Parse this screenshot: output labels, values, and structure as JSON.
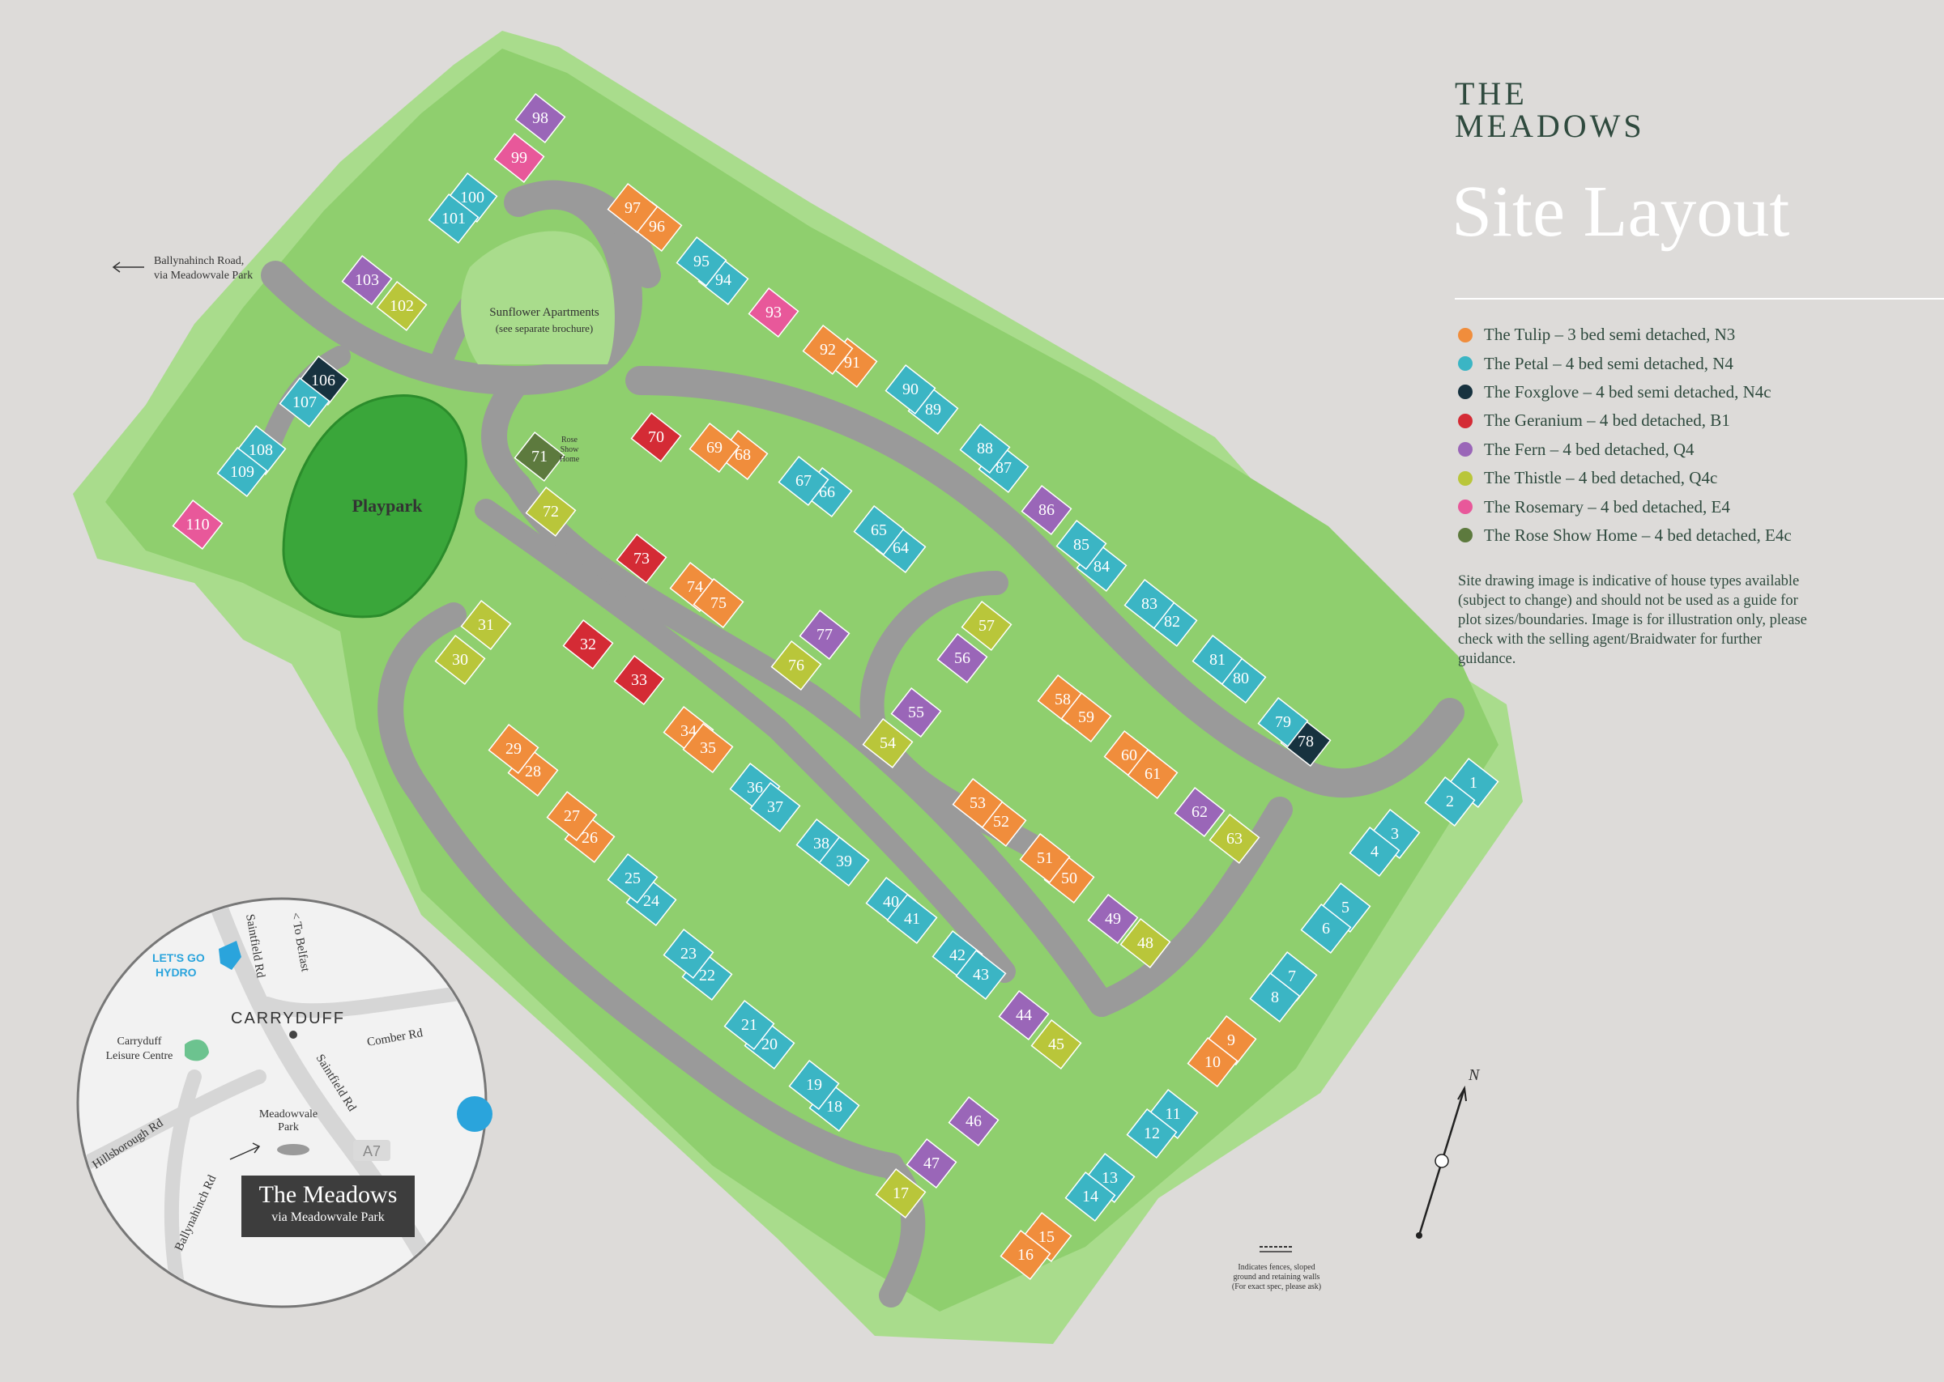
{
  "header": {
    "brand": "THE\nMEADOWS",
    "brand_line1": "THE",
    "brand_line2": "MEADOWS",
    "title": "Site Layout"
  },
  "colors": {
    "tulip": "#f08d3c",
    "petal": "#3bb5c4",
    "foxglove": "#17323f",
    "geranium": "#d42b35",
    "fern": "#9a66b8",
    "thistle": "#b9c63a",
    "rosemary": "#e8589a",
    "rose_show": "#5d7a3e",
    "grass": "#8fcf6e",
    "road": "#9a9a9a",
    "playpark": "#3aa63a"
  },
  "legend": [
    {
      "key": "tulip",
      "label": "The Tulip – 3 bed semi detached, N3"
    },
    {
      "key": "petal",
      "label": "The Petal – 4 bed semi detached, N4"
    },
    {
      "key": "foxglove",
      "label": "The Foxglove – 4 bed semi detached, N4c"
    },
    {
      "key": "geranium",
      "label": "The Geranium – 4 bed detached, B1"
    },
    {
      "key": "fern",
      "label": "The Fern – 4 bed detached, Q4"
    },
    {
      "key": "thistle",
      "label": "The Thistle – 4 bed detached, Q4c"
    },
    {
      "key": "rosemary",
      "label": "The Rosemary – 4 bed detached, E4"
    },
    {
      "key": "rose_show",
      "label": "The Rose Show Home – 4 bed detached, E4c"
    }
  ],
  "disclaimer": "Site drawing image is indicative of house types available (subject to change) and should not be used as a guide for plot sizes/boundaries. Image is for illustration only, please check with the selling agent/Braidwater for further guidance.",
  "map_labels": {
    "ballynahinch_1": "Ballynahinch Road,",
    "ballynahinch_2": "via Meadowvale Park",
    "sunflower_1": "Sunflower Apartments",
    "sunflower_2": "(see separate brochure)",
    "playpark": "Playpark",
    "rose_show_1": "Rose",
    "rose_show_2": "Show",
    "rose_show_3": "Home",
    "north": "N",
    "fence_1": "Indicates fences, sloped",
    "fence_2": "ground and retaining walls",
    "fence_3": "(For exact spec, please ask)"
  },
  "inset": {
    "lets_go_1": "LET'S GO",
    "lets_go_2": "HYDRO",
    "carryduff": "CARRYDUFF",
    "leisure_1": "Carryduff",
    "leisure_2": "Leisure Centre",
    "saintfield_top": "Saintfield Rd",
    "to_belfast": "< To Belfast",
    "comber": "Comber Rd",
    "saintfield_bottom": "Saintfield Rd",
    "hillsborough": "Hillsborough Rd",
    "meadowvale_1": "Meadowvale",
    "meadowvale_2": "Park",
    "ballynahinch": "Ballynahinch Rd",
    "a7": "A7",
    "box_title": "The Meadows",
    "box_sub": "via Meadowvale Park"
  },
  "plots": [
    {
      "n": "1",
      "t": "petal"
    },
    {
      "n": "2",
      "t": "petal"
    },
    {
      "n": "3",
      "t": "petal"
    },
    {
      "n": "4",
      "t": "petal"
    },
    {
      "n": "5",
      "t": "petal"
    },
    {
      "n": "6",
      "t": "petal"
    },
    {
      "n": "7",
      "t": "petal"
    },
    {
      "n": "8",
      "t": "petal"
    },
    {
      "n": "9",
      "t": "tulip"
    },
    {
      "n": "10",
      "t": "tulip"
    },
    {
      "n": "11",
      "t": "petal"
    },
    {
      "n": "12",
      "t": "petal"
    },
    {
      "n": "13",
      "t": "petal"
    },
    {
      "n": "14",
      "t": "petal"
    },
    {
      "n": "15",
      "t": "tulip"
    },
    {
      "n": "16",
      "t": "tulip"
    },
    {
      "n": "17",
      "t": "thistle"
    },
    {
      "n": "18",
      "t": "petal"
    },
    {
      "n": "19",
      "t": "petal"
    },
    {
      "n": "20",
      "t": "petal"
    },
    {
      "n": "21",
      "t": "petal"
    },
    {
      "n": "22",
      "t": "petal"
    },
    {
      "n": "23",
      "t": "petal"
    },
    {
      "n": "24",
      "t": "petal"
    },
    {
      "n": "25",
      "t": "petal"
    },
    {
      "n": "26",
      "t": "tulip"
    },
    {
      "n": "27",
      "t": "tulip"
    },
    {
      "n": "28",
      "t": "tulip"
    },
    {
      "n": "29",
      "t": "tulip"
    },
    {
      "n": "30",
      "t": "thistle"
    },
    {
      "n": "31",
      "t": "thistle"
    },
    {
      "n": "32",
      "t": "geranium"
    },
    {
      "n": "33",
      "t": "geranium"
    },
    {
      "n": "34",
      "t": "tulip"
    },
    {
      "n": "35",
      "t": "tulip"
    },
    {
      "n": "36",
      "t": "petal"
    },
    {
      "n": "37",
      "t": "petal"
    },
    {
      "n": "38",
      "t": "petal"
    },
    {
      "n": "39",
      "t": "petal"
    },
    {
      "n": "40",
      "t": "petal"
    },
    {
      "n": "41",
      "t": "petal"
    },
    {
      "n": "42",
      "t": "petal"
    },
    {
      "n": "43",
      "t": "petal"
    },
    {
      "n": "44",
      "t": "fern"
    },
    {
      "n": "45",
      "t": "thistle"
    },
    {
      "n": "46",
      "t": "fern"
    },
    {
      "n": "47",
      "t": "fern"
    },
    {
      "n": "48",
      "t": "thistle"
    },
    {
      "n": "49",
      "t": "fern"
    },
    {
      "n": "50",
      "t": "tulip"
    },
    {
      "n": "51",
      "t": "tulip"
    },
    {
      "n": "52",
      "t": "tulip"
    },
    {
      "n": "53",
      "t": "tulip"
    },
    {
      "n": "54",
      "t": "thistle"
    },
    {
      "n": "55",
      "t": "fern"
    },
    {
      "n": "56",
      "t": "fern"
    },
    {
      "n": "57",
      "t": "thistle"
    },
    {
      "n": "58",
      "t": "tulip"
    },
    {
      "n": "59",
      "t": "tulip"
    },
    {
      "n": "60",
      "t": "tulip"
    },
    {
      "n": "61",
      "t": "tulip"
    },
    {
      "n": "62",
      "t": "fern"
    },
    {
      "n": "63",
      "t": "thistle"
    },
    {
      "n": "64",
      "t": "petal"
    },
    {
      "n": "65",
      "t": "petal"
    },
    {
      "n": "66",
      "t": "petal"
    },
    {
      "n": "67",
      "t": "petal"
    },
    {
      "n": "68",
      "t": "tulip"
    },
    {
      "n": "69",
      "t": "tulip"
    },
    {
      "n": "70",
      "t": "geranium"
    },
    {
      "n": "71",
      "t": "rose_show"
    },
    {
      "n": "72",
      "t": "thistle"
    },
    {
      "n": "73",
      "t": "geranium"
    },
    {
      "n": "74",
      "t": "tulip"
    },
    {
      "n": "75",
      "t": "tulip"
    },
    {
      "n": "76",
      "t": "thistle"
    },
    {
      "n": "77",
      "t": "fern"
    },
    {
      "n": "78",
      "t": "foxglove"
    },
    {
      "n": "79",
      "t": "petal"
    },
    {
      "n": "80",
      "t": "petal"
    },
    {
      "n": "81",
      "t": "petal"
    },
    {
      "n": "82",
      "t": "petal"
    },
    {
      "n": "83",
      "t": "petal"
    },
    {
      "n": "84",
      "t": "petal"
    },
    {
      "n": "85",
      "t": "petal"
    },
    {
      "n": "86",
      "t": "fern"
    },
    {
      "n": "87",
      "t": "petal"
    },
    {
      "n": "88",
      "t": "petal"
    },
    {
      "n": "89",
      "t": "petal"
    },
    {
      "n": "90",
      "t": "petal"
    },
    {
      "n": "91",
      "t": "tulip"
    },
    {
      "n": "92",
      "t": "tulip"
    },
    {
      "n": "93",
      "t": "rosemary"
    },
    {
      "n": "94",
      "t": "petal"
    },
    {
      "n": "95",
      "t": "petal"
    },
    {
      "n": "96",
      "t": "tulip"
    },
    {
      "n": "97",
      "t": "tulip"
    },
    {
      "n": "98",
      "t": "fern"
    },
    {
      "n": "99",
      "t": "rosemary"
    },
    {
      "n": "100",
      "t": "petal"
    },
    {
      "n": "101",
      "t": "petal"
    },
    {
      "n": "102",
      "t": "thistle"
    },
    {
      "n": "103",
      "t": "fern"
    },
    {
      "n": "106",
      "t": "foxglove"
    },
    {
      "n": "107",
      "t": "petal"
    },
    {
      "n": "108",
      "t": "petal"
    },
    {
      "n": "109",
      "t": "petal"
    },
    {
      "n": "110",
      "t": "rosemary"
    }
  ]
}
